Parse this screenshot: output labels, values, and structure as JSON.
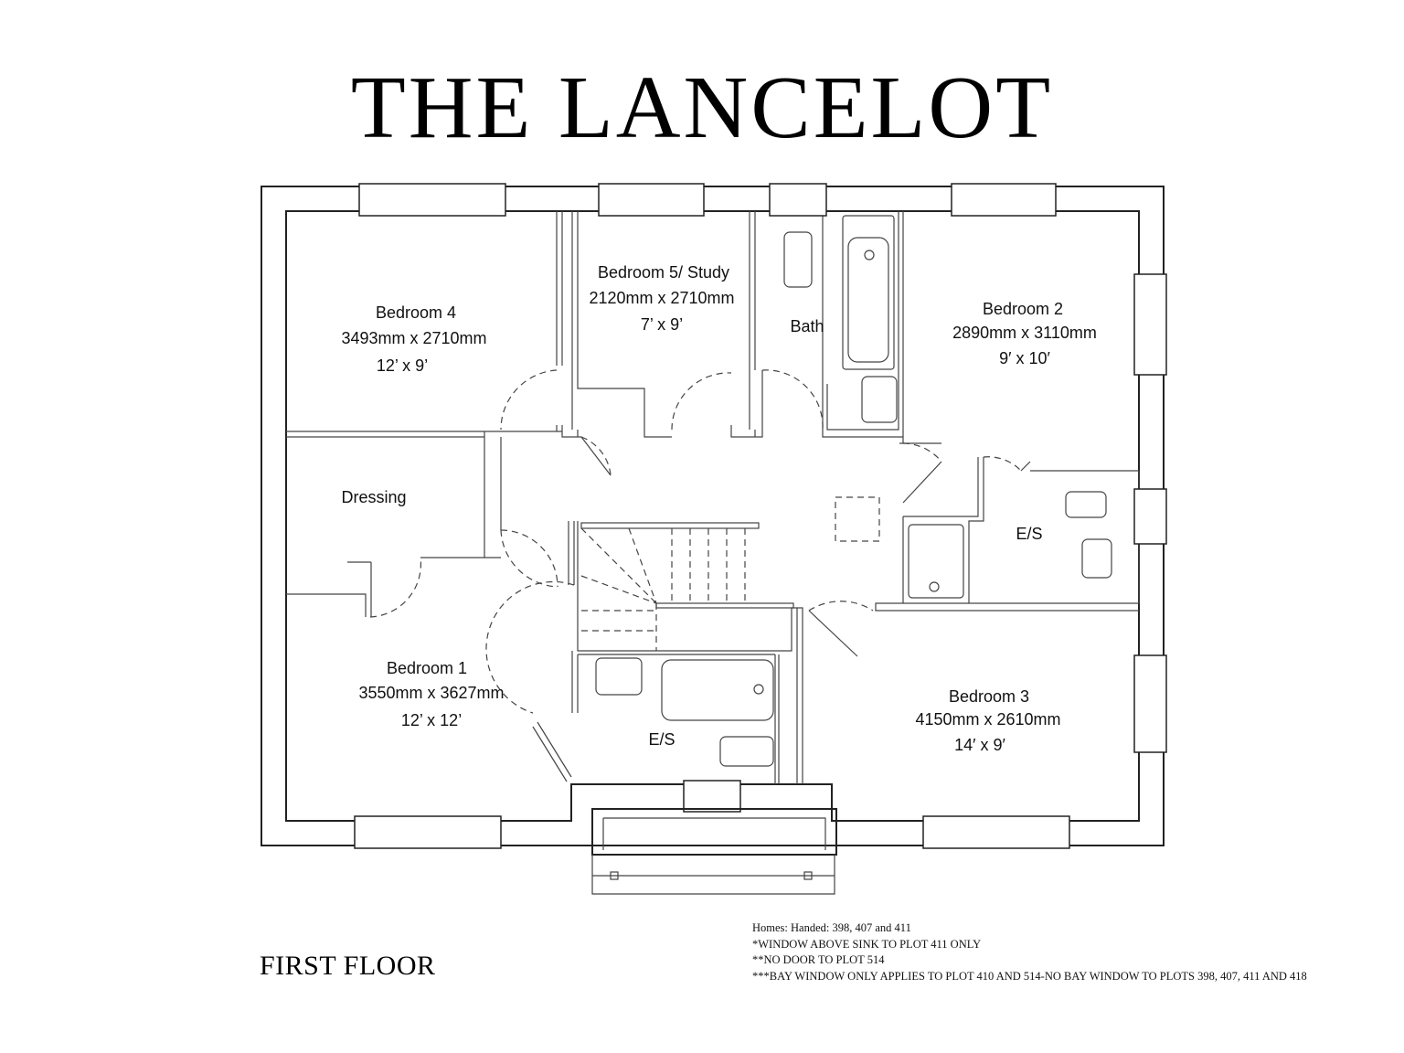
{
  "title": "THE LANCELOT",
  "floor_label": "FIRST FLOOR",
  "notes": [
    "Homes: Handed: 398, 407 and 411",
    "*WINDOW ABOVE SINK TO PLOT 411 ONLY",
    "**NO DOOR TO PLOT 514",
    "***BAY WINDOW ONLY APPLIES TO PLOT 410 AND 514-NO BAY WINDOW TO PLOTS 398, 407, 411 AND 418"
  ],
  "rooms": {
    "bedroom4": {
      "name": "Bedroom 4",
      "metric": "3493mm x 2710mm",
      "imperial": "12’ x 9’"
    },
    "bedroom5": {
      "name": "Bedroom 5/ Study",
      "metric": "2120mm x 2710mm",
      "imperial": "7’ x 9’"
    },
    "bath": {
      "name": "Bath"
    },
    "bedroom2": {
      "name": "Bedroom 2",
      "metric": "2890mm x 3110mm",
      "imperial": "9′ x 10′"
    },
    "dressing": {
      "name": "Dressing"
    },
    "ensuite_right": {
      "name": "E/S"
    },
    "bedroom1": {
      "name": "Bedroom 1",
      "metric": "3550mm x 3627mm",
      "imperial": "12’ x 12’"
    },
    "ensuite_center": {
      "name": "E/S"
    },
    "bedroom3": {
      "name": "Bedroom 3",
      "metric": "4150mm x 2610mm",
      "imperial": "14′ x 9′"
    }
  }
}
